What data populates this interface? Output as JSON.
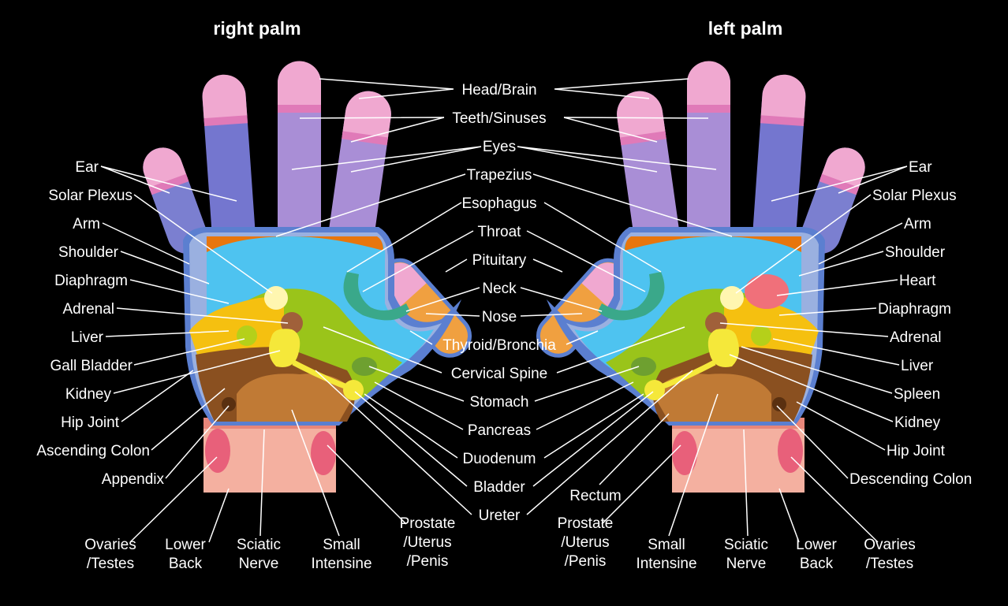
{
  "titles": {
    "right_palm": "right palm",
    "left_palm": "left palm"
  },
  "center": [
    "Head/Brain",
    "Teeth/Sinuses",
    "Eyes",
    "Trapezius",
    "Esophagus",
    "Throat",
    "Pituitary",
    "Neck",
    "Nose",
    "Thyroid/Bronchia",
    "Cervical Spine",
    "Stomach",
    "Pancreas",
    "Duodenum",
    "Bladder",
    "Ureter"
  ],
  "right_palm_side": [
    "Ear",
    "Solar Plexus",
    "Arm",
    "Shoulder",
    "Diaphragm",
    "Adrenal",
    "Liver",
    "Gall Bladder",
    "Kidney",
    "Hip Joint",
    "Ascending Colon",
    "Appendix"
  ],
  "left_palm_side": [
    "Ear",
    "Solar Plexus",
    "Arm",
    "Shoulder",
    "Heart",
    "Diaphragm",
    "Adrenal",
    "Liver",
    "Spleen",
    "Kidney",
    "Hip Joint",
    "Descending Colon"
  ],
  "rectum": "Rectum",
  "bottom_right_palm": {
    "ovaries": [
      "Ovaries",
      "/Testes"
    ],
    "lower_back": [
      "Lower",
      "Back"
    ],
    "sciatic": [
      "Sciatic",
      "Nerve"
    ],
    "small_int": [
      "Small",
      "Intensine"
    ],
    "prostate": [
      "Prostate",
      "/Uterus",
      "/Penis"
    ]
  },
  "bottom_left_palm": {
    "prostate": [
      "Prostate",
      "/Uterus",
      "/Penis"
    ],
    "small_int": [
      "Small",
      "Intensine"
    ],
    "sciatic": [
      "Sciatic",
      "Nerve"
    ],
    "lower_back": [
      "Lower",
      "Back"
    ],
    "ovaries": [
      "Ovaries",
      "/Testes"
    ]
  },
  "colors": {
    "blue": "#4ec3f0",
    "orange": "#e8760d",
    "green": "#9ac41a",
    "yellow": "#f5c010",
    "brown": "#8a5020",
    "wrist": "#f4b0a0",
    "finger_tip": "#f0a8d0"
  }
}
